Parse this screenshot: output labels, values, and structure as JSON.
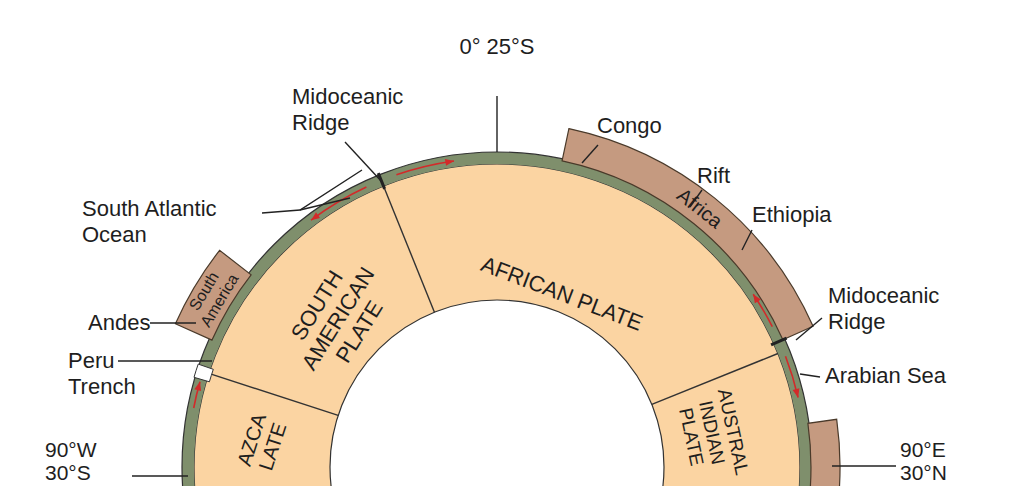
{
  "diagram": {
    "nodes": [
      {
        "text": [
          "SOUTH AMERICAN PLATE"
        ]
      },
      {
        "text": [
          "AFRICAN PLATE"
        ]
      },
      {
        "text": [
          "South America"
        ]
      },
      {
        "text": [
          "Africa"
        ]
      },
      {
        "text": [
          "AZCA LATE"
        ]
      },
      {
        "text": [
          "AUSTRAL INDIAN PLATE"
        ]
      }
    ],
    "labels": [
      "0° 25°S",
      "Midoceanic Ridge",
      "South Atlantic Ocean",
      "Congo",
      "Rift",
      "Ethiopia",
      "Andes",
      "Peru Trench",
      "Midoceanic Ridge",
      "Arabian Sea",
      "90°W 30°S",
      "90°E 30°N"
    ]
  }
}
